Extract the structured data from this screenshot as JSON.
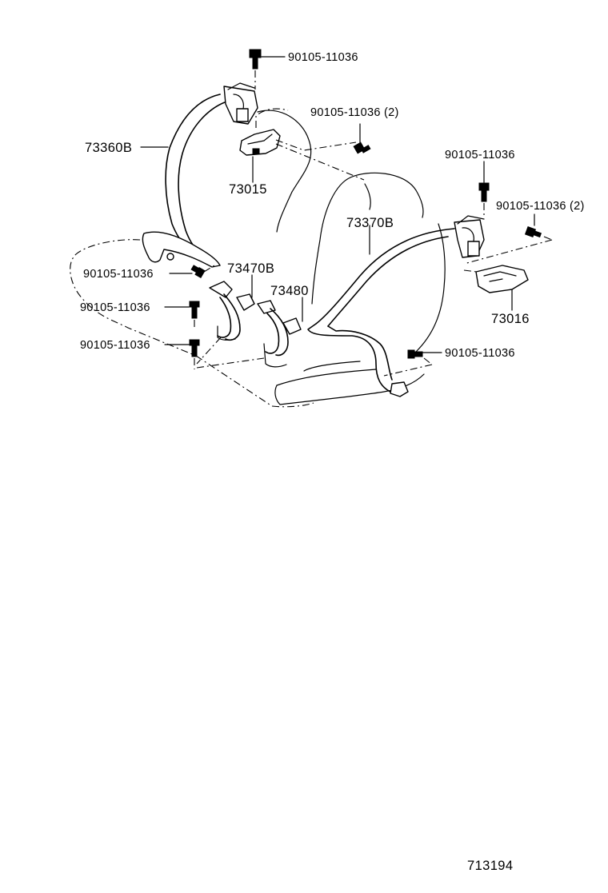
{
  "diagram": {
    "part_labels": [
      {
        "key": "bolt_top",
        "text": "90105-11036"
      },
      {
        "key": "bolt_upper_mid",
        "text": "90105-11036 (2)"
      },
      {
        "key": "belt_left_outer",
        "text": "73360B"
      },
      {
        "key": "anchor_left",
        "text": "73015"
      },
      {
        "key": "bolt_right_top",
        "text": "90105-11036"
      },
      {
        "key": "bolt_right_pair",
        "text": "90105-11036 (2)"
      },
      {
        "key": "belt_right_outer",
        "text": "73370B"
      },
      {
        "key": "buckle_center_left",
        "text": "73470B"
      },
      {
        "key": "bolt_left_floor",
        "text": "90105-11036"
      },
      {
        "key": "buckle_center_right",
        "text": "73480"
      },
      {
        "key": "bolt_left_lower_1",
        "text": "90105-11036"
      },
      {
        "key": "anchor_right",
        "text": "73016"
      },
      {
        "key": "bolt_left_lower_2",
        "text": "90105-11036"
      },
      {
        "key": "bolt_right_floor",
        "text": "90105-11036"
      }
    ],
    "figure_number": "713194"
  }
}
